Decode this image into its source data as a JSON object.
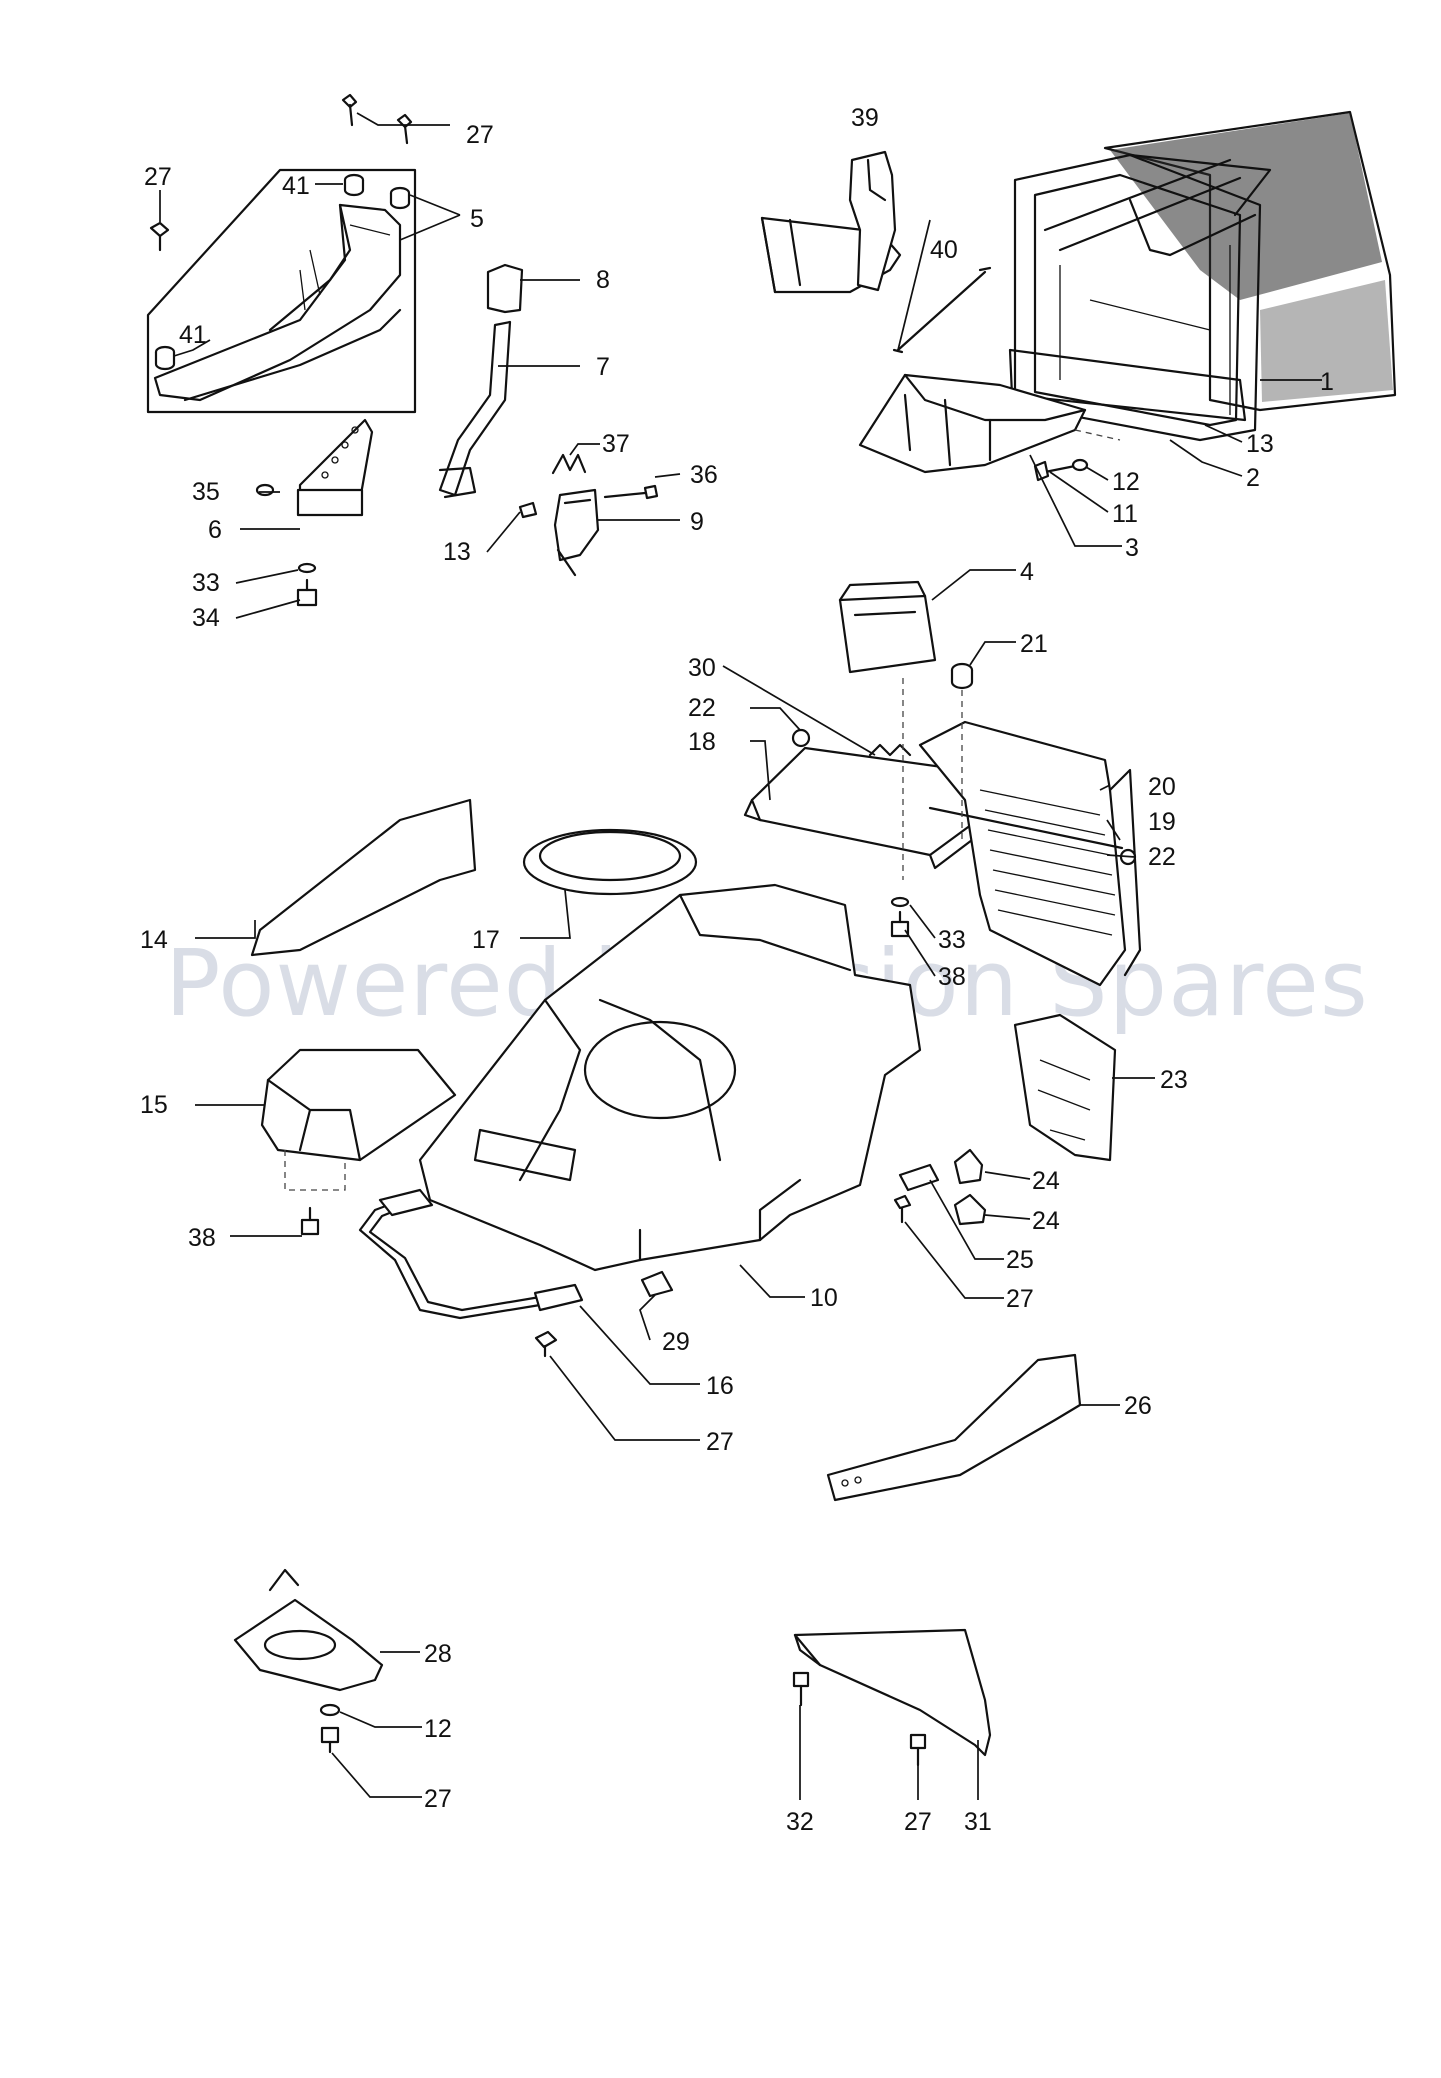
{
  "watermark": "Powered by Vision Spares",
  "colors": {
    "line": "#111111",
    "watermark": "#d9dde6",
    "background": "#ffffff"
  },
  "callouts": {
    "c1": "1",
    "c2": "2",
    "c3": "3",
    "c4": "4",
    "c5": "5",
    "c6": "6",
    "c7": "7",
    "c8": "8",
    "c9": "9",
    "c10": "10",
    "c11": "11",
    "c12a": "12",
    "c12b": "12",
    "c13a": "13",
    "c13b": "13",
    "c14": "14",
    "c15": "15",
    "c16": "16",
    "c17": "17",
    "c18": "18",
    "c19": "19",
    "c20": "20",
    "c21": "21",
    "c22a": "22",
    "c22b": "22",
    "c23": "23",
    "c24a": "24",
    "c24b": "24",
    "c25": "25",
    "c26": "26",
    "c27a": "27",
    "c27b": "27",
    "c27c": "27",
    "c27d": "27",
    "c27e": "27",
    "c27f": "27",
    "c28": "28",
    "c29": "29",
    "c30": "30",
    "c31": "31",
    "c32": "32",
    "c33a": "33",
    "c33b": "33",
    "c34": "34",
    "c35": "35",
    "c36": "36",
    "c37": "37",
    "c38a": "38",
    "c38b": "38",
    "c39": "39",
    "c40": "40",
    "c41a": "41",
    "c41b": "41"
  }
}
